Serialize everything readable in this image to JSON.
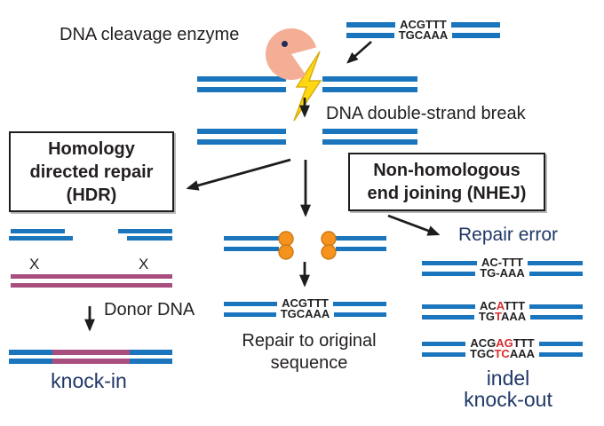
{
  "title": "DNA cleavage enzyme",
  "colors": {
    "dna_blue": "#1b75bc",
    "donor_magenta": "#a94f7f",
    "enzyme_salmon": "#f4ae96",
    "enzyme_eye_navy": "#232d59",
    "bolt_yellow": "#ffd812",
    "protein_orange": "#f6921e",
    "navy_text": "#1f3866",
    "error_red": "#d92c2c",
    "text_black": "#231f20"
  },
  "guide_dna": {
    "top": "ACGTTT",
    "bottom": "TGCAAA"
  },
  "labels": {
    "dsb": "DNA double-strand break",
    "donor": "Donor DNA",
    "knock_in": "knock-in",
    "repair_line1": "Repair to original",
    "repair_line2": "sequence",
    "repair_error": "Repair error",
    "indel_line1": "indel",
    "indel_line2": "knock-out",
    "x_left": "X",
    "x_right": "X"
  },
  "boxes": {
    "hdr": {
      "line1": "Homology",
      "line2": "directed repair",
      "line3": "(HDR)"
    },
    "nhej": {
      "line1": "Non-homologous",
      "line2": "end joining (NHEJ)"
    }
  },
  "repaired_dna": {
    "top": "ACGTTT",
    "bottom": "TGCAAA"
  },
  "error_rows": [
    {
      "top": {
        "pre": "AC-TTT",
        "red": "",
        "post": ""
      },
      "bottom": {
        "pre": "TG-AAA",
        "red": "",
        "post": ""
      }
    },
    {
      "top": {
        "pre": "AC",
        "red": "A",
        "post": "TTT"
      },
      "bottom": {
        "pre": "TG",
        "red": "T",
        "post": "AAA"
      }
    },
    {
      "top": {
        "pre": "ACG",
        "red": "AG",
        "post": "TTT"
      },
      "bottom": {
        "pre": "TGC",
        "red": "TC",
        "post": "AAA"
      }
    }
  ]
}
